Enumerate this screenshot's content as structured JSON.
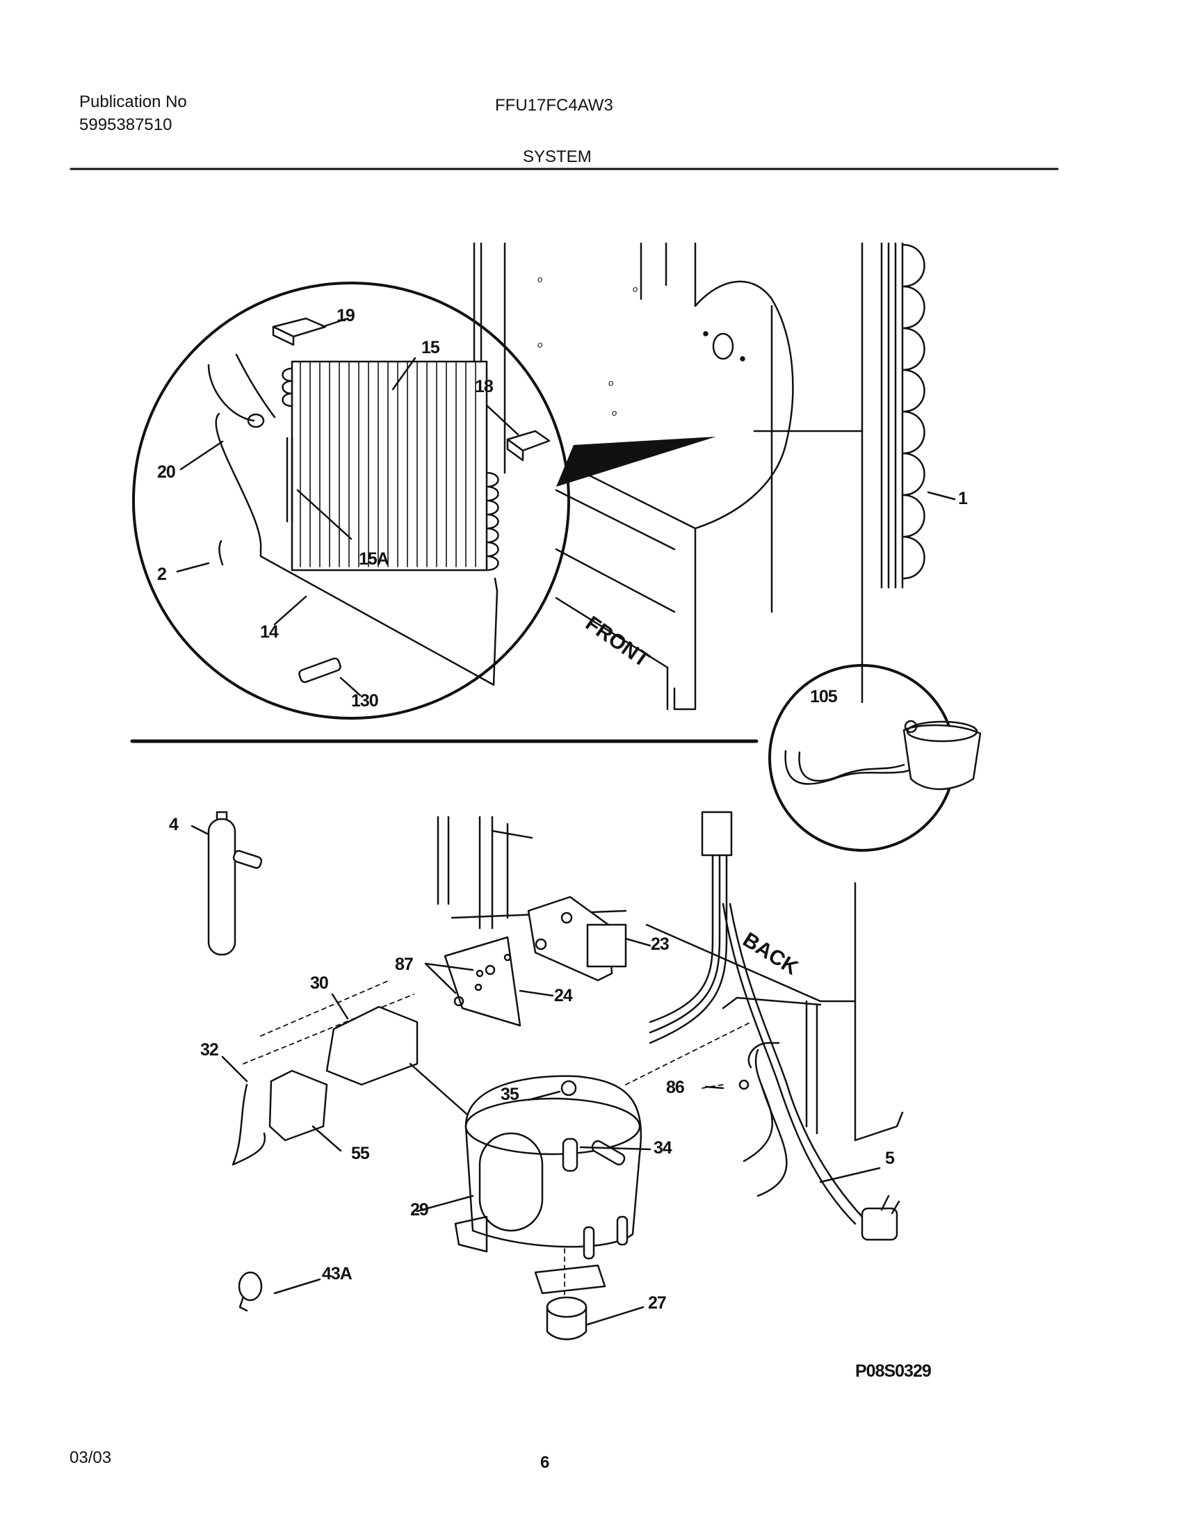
{
  "header": {
    "publication_label": "Publication No",
    "publication_number": "5995387510",
    "model": "FFU17FC4AW3",
    "section": "SYSTEM"
  },
  "diagram": {
    "cabinet_labels": {
      "front": "FRONT",
      "back": "BACK"
    },
    "part_callouts": {
      "p1": "1",
      "p2": "2",
      "p4": "4",
      "p5": "5",
      "p14": "14",
      "p15": "15",
      "p15a": "15A",
      "p18": "18",
      "p19": "19",
      "p20": "20",
      "p23": "23",
      "p24": "24",
      "p27": "27",
      "p29": "29",
      "p30": "30",
      "p32": "32",
      "p34": "34",
      "p35": "35",
      "p43a": "43A",
      "p55": "55",
      "p86": "86",
      "p87": "87",
      "p105": "105",
      "p130": "130"
    },
    "figure_id": "P08S0329"
  },
  "footer": {
    "date": "03/03",
    "page": "6"
  }
}
